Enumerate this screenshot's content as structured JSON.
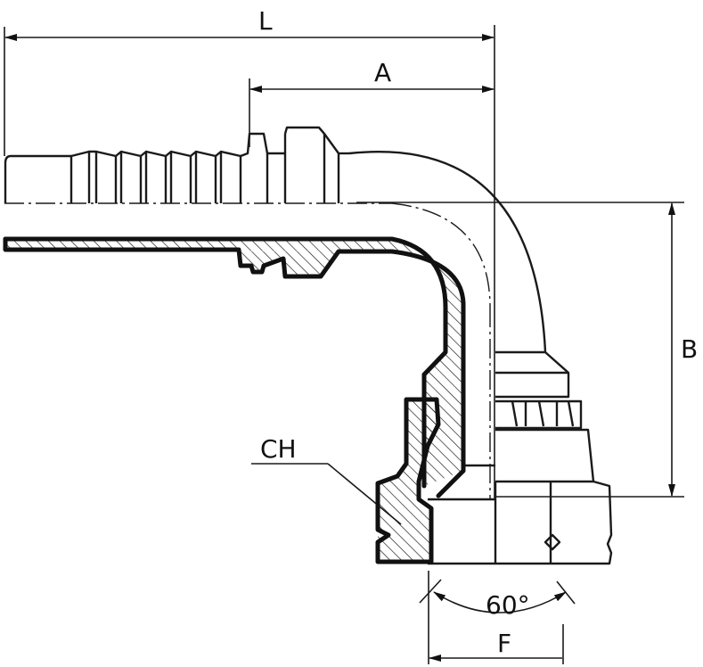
{
  "dimensions": {
    "L": "L",
    "A": "A",
    "B": "B",
    "CH": "CH",
    "angle": "60°",
    "F": "F"
  },
  "colors": {
    "line": "#111111",
    "background": "#ffffff"
  }
}
